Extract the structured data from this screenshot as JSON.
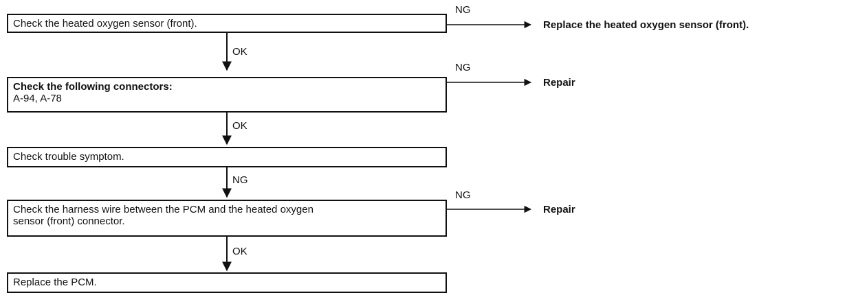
{
  "steps": [
    {
      "text": "Check the heated oxygen sensor (front)."
    },
    {
      "title": "Check the following connectors:",
      "detail": "A-94, A-78"
    },
    {
      "text": "Check trouble symptom."
    },
    {
      "line1": "Check the harness wire between the PCM and the heated oxygen",
      "line2": "sensor (front) connector."
    },
    {
      "text": "Replace the PCM."
    }
  ],
  "down_labels": [
    "OK",
    "OK",
    "NG",
    "OK"
  ],
  "side_labels": [
    "NG",
    "NG",
    "NG"
  ],
  "results": [
    "Replace the heated oxygen sensor (front).",
    "Repair",
    "Repair"
  ]
}
